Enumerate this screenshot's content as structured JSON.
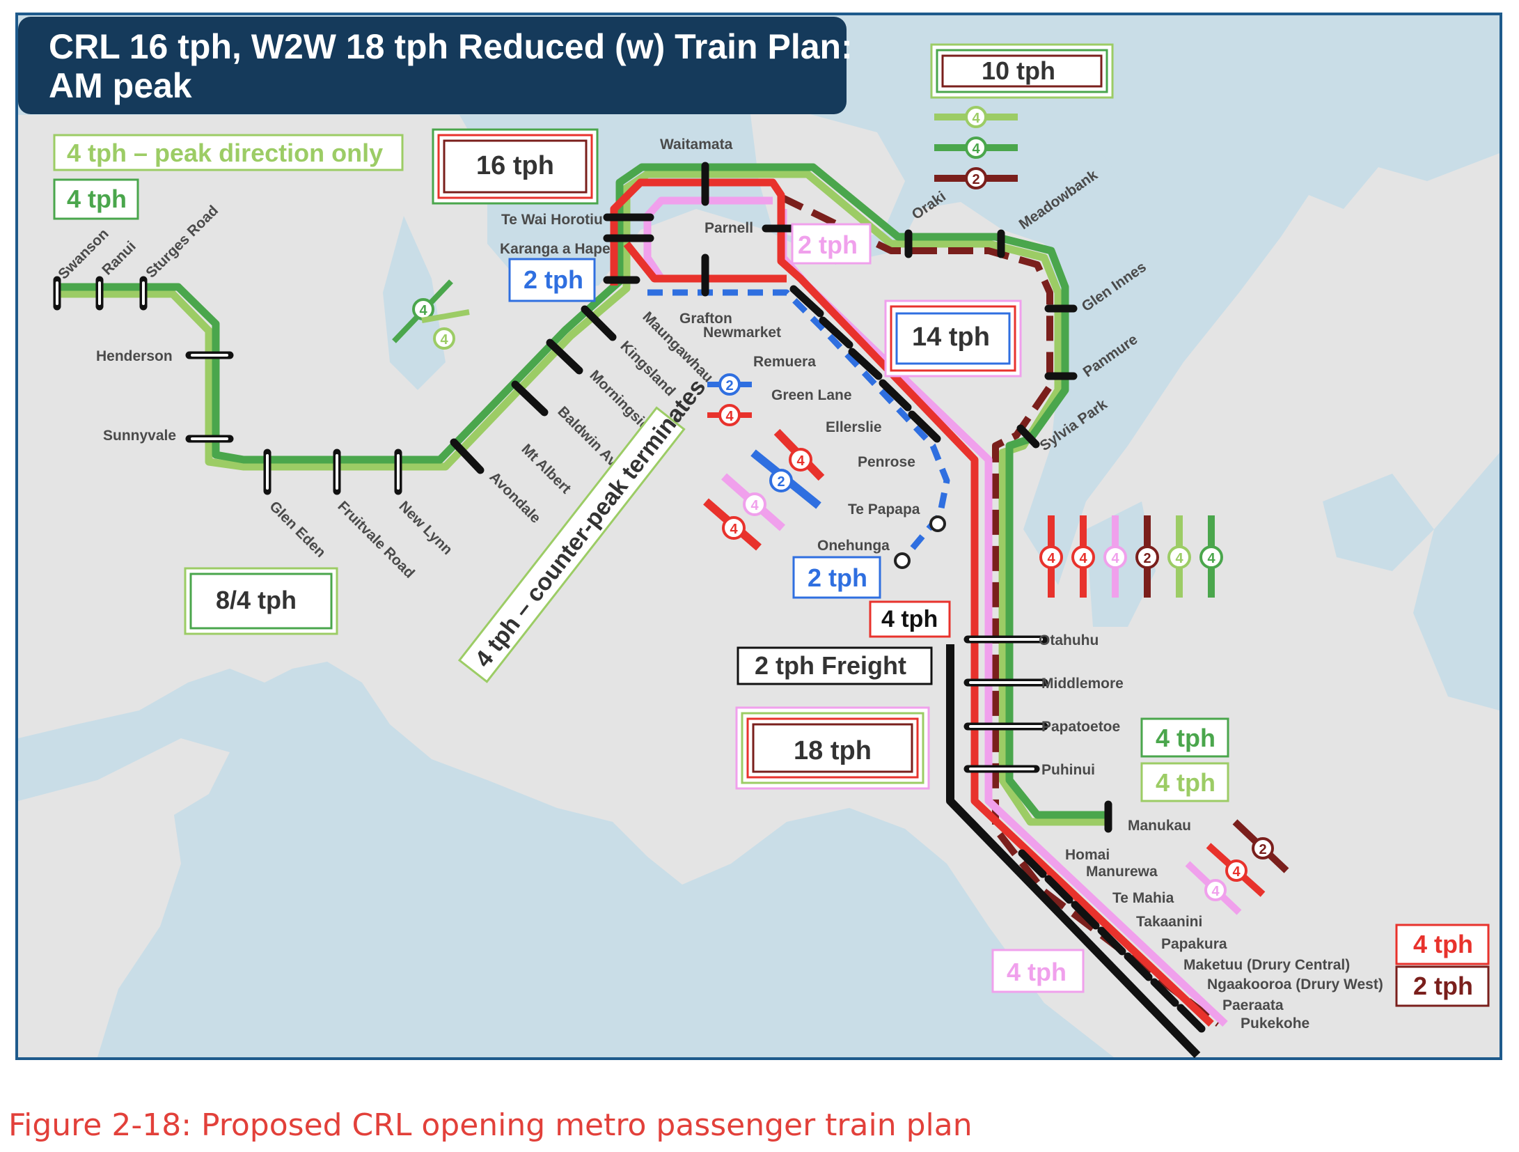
{
  "title": [
    "CRL 16 tph, W2W 18 tph Reduced (w) Train Plan:",
    "AM peak"
  ],
  "caption": "Figure 2-18: Proposed CRL opening metro passenger train plan",
  "legend": {
    "peak_direction_only": "4 tph – peak direction only",
    "west_4tph": "4 tph"
  },
  "frequency_labels": {
    "ten": "10 tph",
    "sixteen": "16 tph",
    "fourteen": "14 tph",
    "eighteen": "18 tph",
    "western": "8/4 tph",
    "onehunga_2": "2 tph",
    "onehunga_blue_top": "2 tph",
    "parnell_pink": "2 tph",
    "four_black": "4 tph",
    "freight": "2 tph Freight",
    "manukau_dark": "4 tph",
    "manukau_light": "4 tph",
    "pink_south": "4 tph",
    "red_south": "4 tph",
    "darkred_south": "2 tph",
    "counter_peak": "4 tph – counter-peak terminates"
  },
  "badges": {
    "four": "4",
    "two": "2"
  },
  "stations": {
    "swanson": "Swanson",
    "ranui": "Ranui",
    "sturges_road": "Sturges Road",
    "henderson": "Henderson",
    "sunnyvale": "Sunnyvale",
    "glen_eden": "Glen Eden",
    "fruitvale_road": "Fruitvale Road",
    "new_lynn": "New Lynn",
    "avondale": "Avondale",
    "mt_albert": "Mt Albert",
    "baldwin_ave": "Baldwin Ave",
    "morningside": "Morningside",
    "kingsland": "Kingsland",
    "maungawhau": "Maungawhau",
    "waitamata": "Waitamata",
    "te_wai_horotiu": "Te Wai Horotiu",
    "karanga_a_hape": "Karanga a Hape",
    "parnell": "Parnell",
    "grafton": "Grafton",
    "newmarket": "Newmarket",
    "remuera": "Remuera",
    "green_lane": "Green Lane",
    "ellerslie": "Ellerslie",
    "penrose": "Penrose",
    "te_papapa": "Te Papapa",
    "onehunga": "Onehunga",
    "oraki": "Oraki",
    "meadowbank": "Meadowbank",
    "glen_innes": "Glen Innes",
    "panmure": "Panmure",
    "sylvia_park": "Sylvia Park",
    "otahuhu": "Otahuhu",
    "middlemore": "Middlemore",
    "papatoetoe": "Papatoetoe",
    "puhinui": "Puhinui",
    "manukau": "Manukau",
    "homai": "Homai",
    "manurewa": "Manurewa",
    "te_mahia": "Te Mahia",
    "takaanini": "Takaanini",
    "papakura": "Papakura",
    "maketuu": "Maketuu (Drury Central)",
    "ngaakooroa": "Ngaakooroa (Drury West)",
    "paerata": "Paeraata",
    "pukekohe": "Pukekohe"
  },
  "colors": {
    "water": "#c9dde7",
    "land": "#e4e4e4",
    "title_bg": "#153a5b",
    "western_dark": "#4aa64c",
    "western_light": "#9ccc65",
    "southern_red": "#e8322c",
    "pink": "#f0a0ec",
    "onehunga_blue": "#2f6fe0",
    "eastern_darkred": "#7a1f1c",
    "freight_black": "#111111",
    "caption": "#e2403a"
  }
}
